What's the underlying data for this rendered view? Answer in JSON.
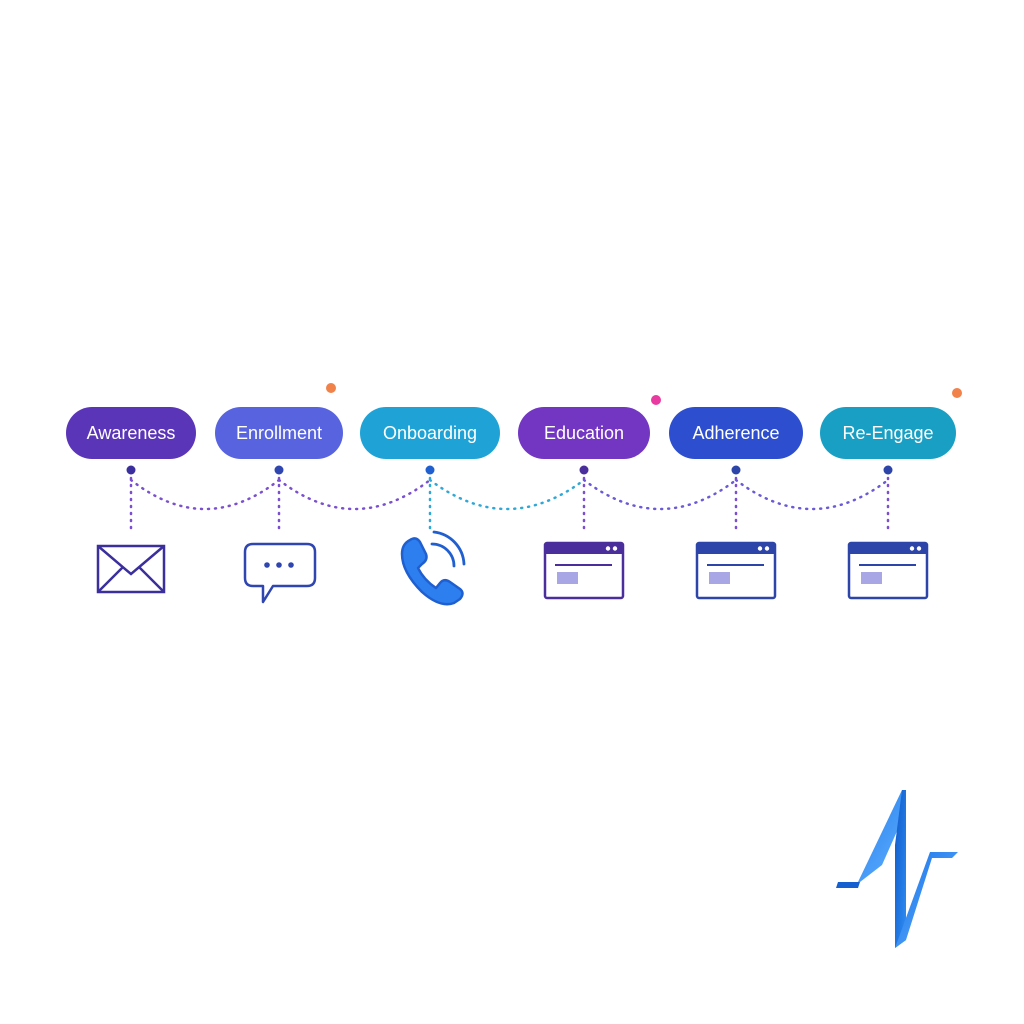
{
  "diagram": {
    "stages": [
      {
        "label": "Awareness",
        "color": "#5b35b8",
        "channel_icon": "envelope-icon",
        "channel_color": "#3a2f9c"
      },
      {
        "label": "Enrollment",
        "color": "#5863e0",
        "channel_icon": "chat-bubble-icon",
        "channel_color": "#2f46b0"
      },
      {
        "label": "Onboarding",
        "color": "#1fa3d6",
        "channel_icon": "phone-icon",
        "channel_color": "#1f5fd0"
      },
      {
        "label": "Education",
        "color": "#7236c2",
        "channel_icon": "browser-window-icon",
        "channel_color": "#4a2f9c"
      },
      {
        "label": "Adherence",
        "color": "#2d4fcf",
        "channel_icon": "browser-window-icon",
        "channel_color": "#2d44a8"
      },
      {
        "label": "Re-Engage",
        "color": "#1a9fc4",
        "channel_icon": "browser-window-icon",
        "channel_color": "#2d44a8"
      }
    ],
    "accent_dots": [
      {
        "color": "#f0824a"
      },
      {
        "color": "#e83aa0"
      },
      {
        "color": "#f0824a"
      }
    ],
    "line_color_start": "#5b35b8",
    "line_color_end": "#1aa7c4",
    "logo_color": "#2f7ff0"
  }
}
